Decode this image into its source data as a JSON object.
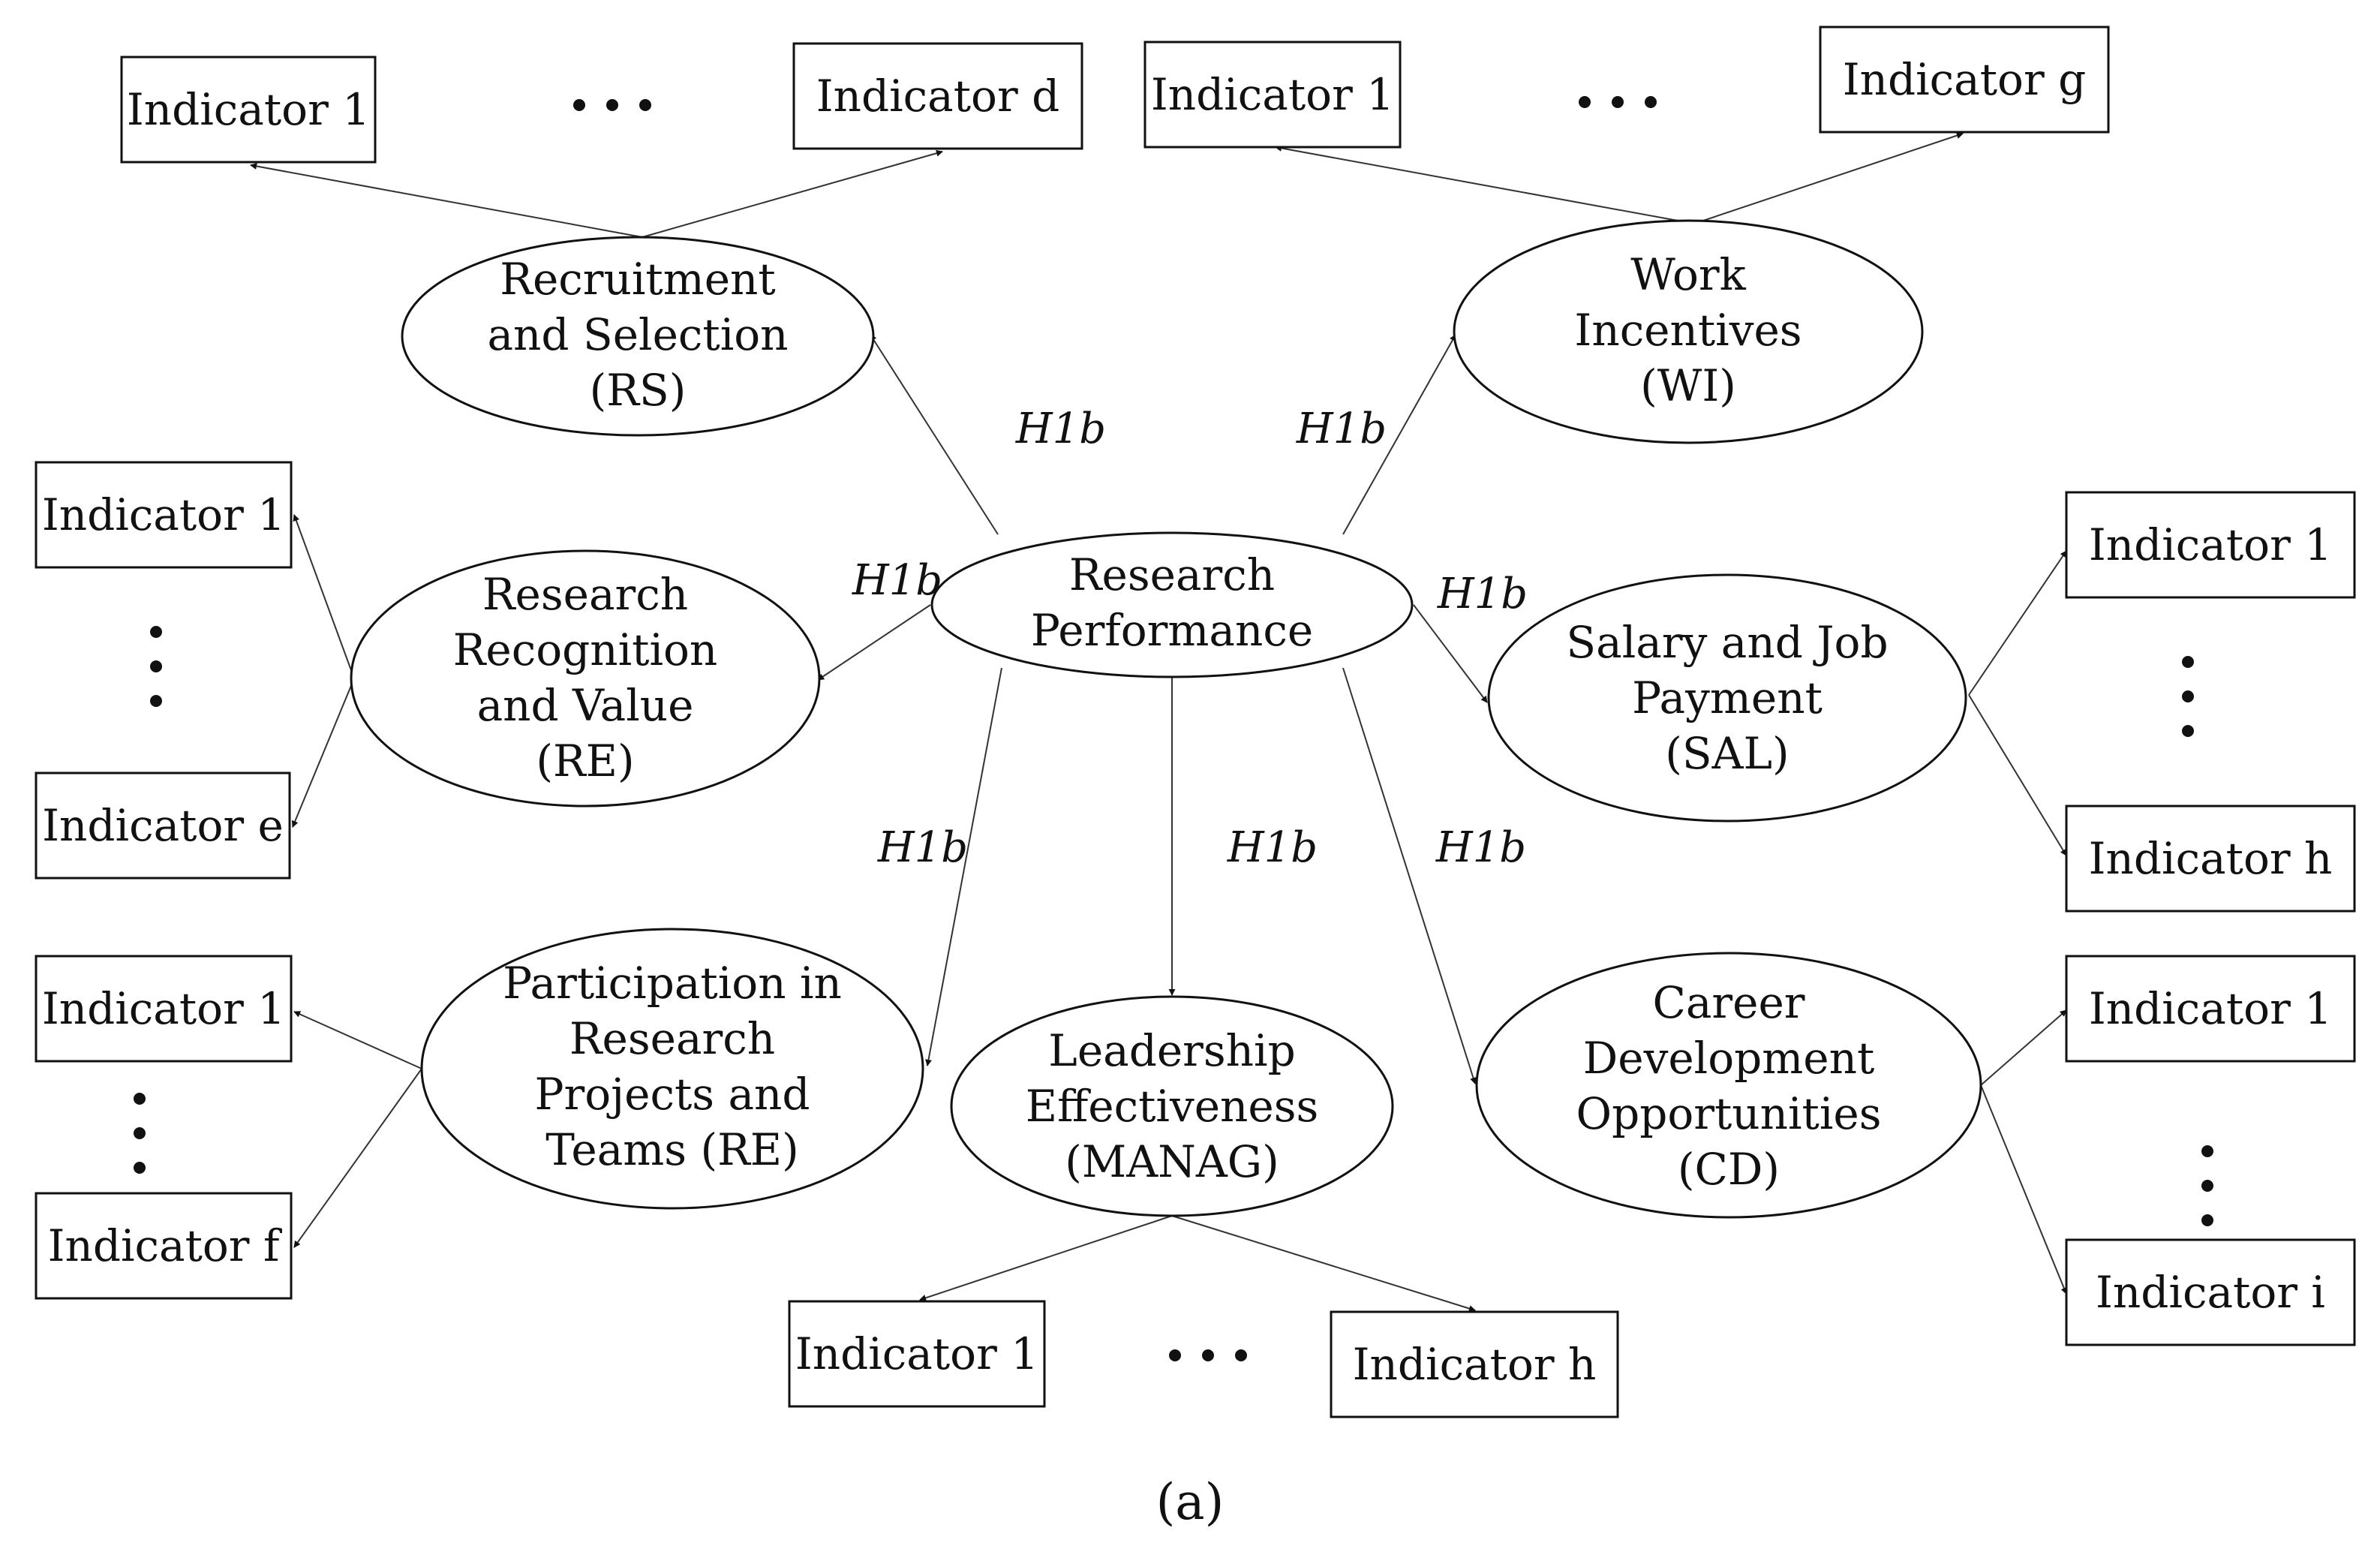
{
  "center": {
    "lines": [
      "Research",
      "Performance"
    ]
  },
  "constructs": {
    "rs": {
      "lines": [
        "Recruitment",
        "and Selection",
        "(RS)"
      ]
    },
    "wi": {
      "lines": [
        "Work",
        "Incentives",
        "(WI)"
      ]
    },
    "re": {
      "lines": [
        "Research",
        "Recognition",
        "and Value",
        "(RE)"
      ]
    },
    "sal": {
      "lines": [
        "Salary and Job",
        "Payment",
        "(SAL)"
      ]
    },
    "part": {
      "lines": [
        "Participation in",
        "Research",
        "Projects and",
        "Teams (RE)"
      ]
    },
    "manag": {
      "lines": [
        "Leadership",
        "Effectiveness",
        "(MANAG)"
      ]
    },
    "cd": {
      "lines": [
        "Career",
        "Development",
        "Opportunities",
        "(CD)"
      ]
    }
  },
  "indicators": {
    "rs_first": "Indicator 1",
    "rs_last": "Indicator d",
    "wi_first": "Indicator 1",
    "wi_last": "Indicator g",
    "re_first": "Indicator 1",
    "re_last": "Indicator e",
    "sal_first": "Indicator 1",
    "sal_last": "Indicator h",
    "part_first": "Indicator 1",
    "part_last": "Indicator f",
    "manag_first": "Indicator 1",
    "manag_last": "Indicator h",
    "cd_first": "Indicator 1",
    "cd_last": "Indicator i"
  },
  "hypothesis_label": "H1b",
  "caption": "(a)"
}
